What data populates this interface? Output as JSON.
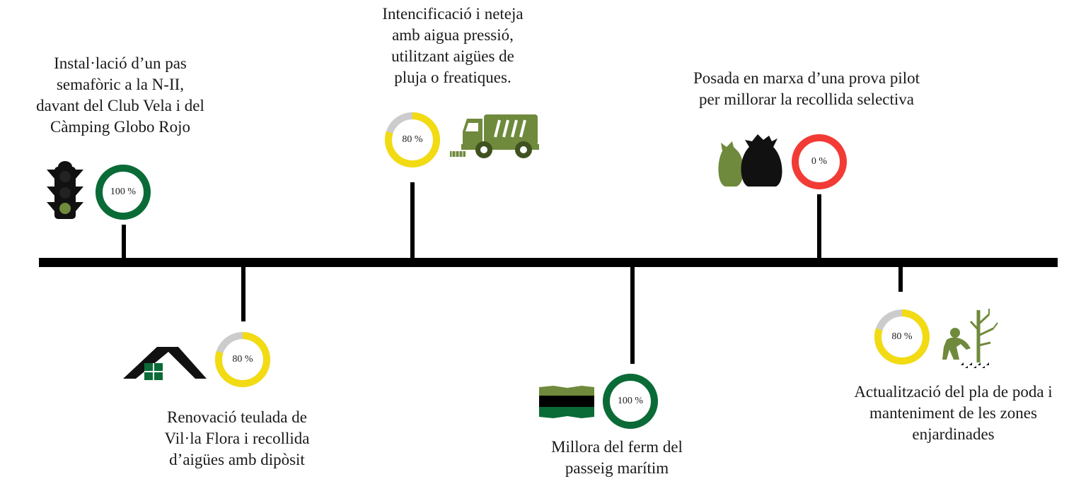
{
  "colors": {
    "complete": "#0a6b37",
    "progress": "#f2db12",
    "remaining": "#cccccc",
    "none": "#f23b35",
    "icon_green": "#6f8a3c",
    "line": "#000000"
  },
  "milestones": [
    {
      "id": "semafor",
      "label_lines": [
        "Instal·lació d’un pas",
        "semafòric a la N-II,",
        "davant del Club Vela i del",
        "Càmping Globo Rojo"
      ],
      "percent": 100,
      "percent_label": "100 %",
      "icon": "traffic-light-icon"
    },
    {
      "id": "teulada",
      "label_lines": [
        "Renovació teulada de",
        "Vil·la Flora i recollida",
        "d’aigües amb dipòsit"
      ],
      "percent": 80,
      "percent_label": "80 %",
      "icon": "house-roof-icon"
    },
    {
      "id": "neteja",
      "label_lines": [
        "Intencificació i neteja",
        "amb aigua pressió,",
        "utilitzant aigües de",
        "pluja o freatiques."
      ],
      "percent": 80,
      "percent_label": "80 %",
      "icon": "street-sweeper-truck-icon"
    },
    {
      "id": "ferm",
      "label_lines": [
        "Millora del ferm del",
        "passeig marítim"
      ],
      "percent": 100,
      "percent_label": "100 %",
      "icon": "pavement-layers-icon"
    },
    {
      "id": "recollida",
      "label_lines": [
        "Posada en marxa d’una prova pilot",
        "per millorar la recollida selectiva"
      ],
      "percent": 0,
      "percent_label": "0 %",
      "icon": "garbage-bags-icon"
    },
    {
      "id": "poda",
      "label_lines": [
        "Actualització del pla de poda i",
        "manteniment de les zones",
        "enjardinades"
      ],
      "percent": 80,
      "percent_label": "80 %",
      "icon": "gardener-pruning-icon"
    }
  ]
}
